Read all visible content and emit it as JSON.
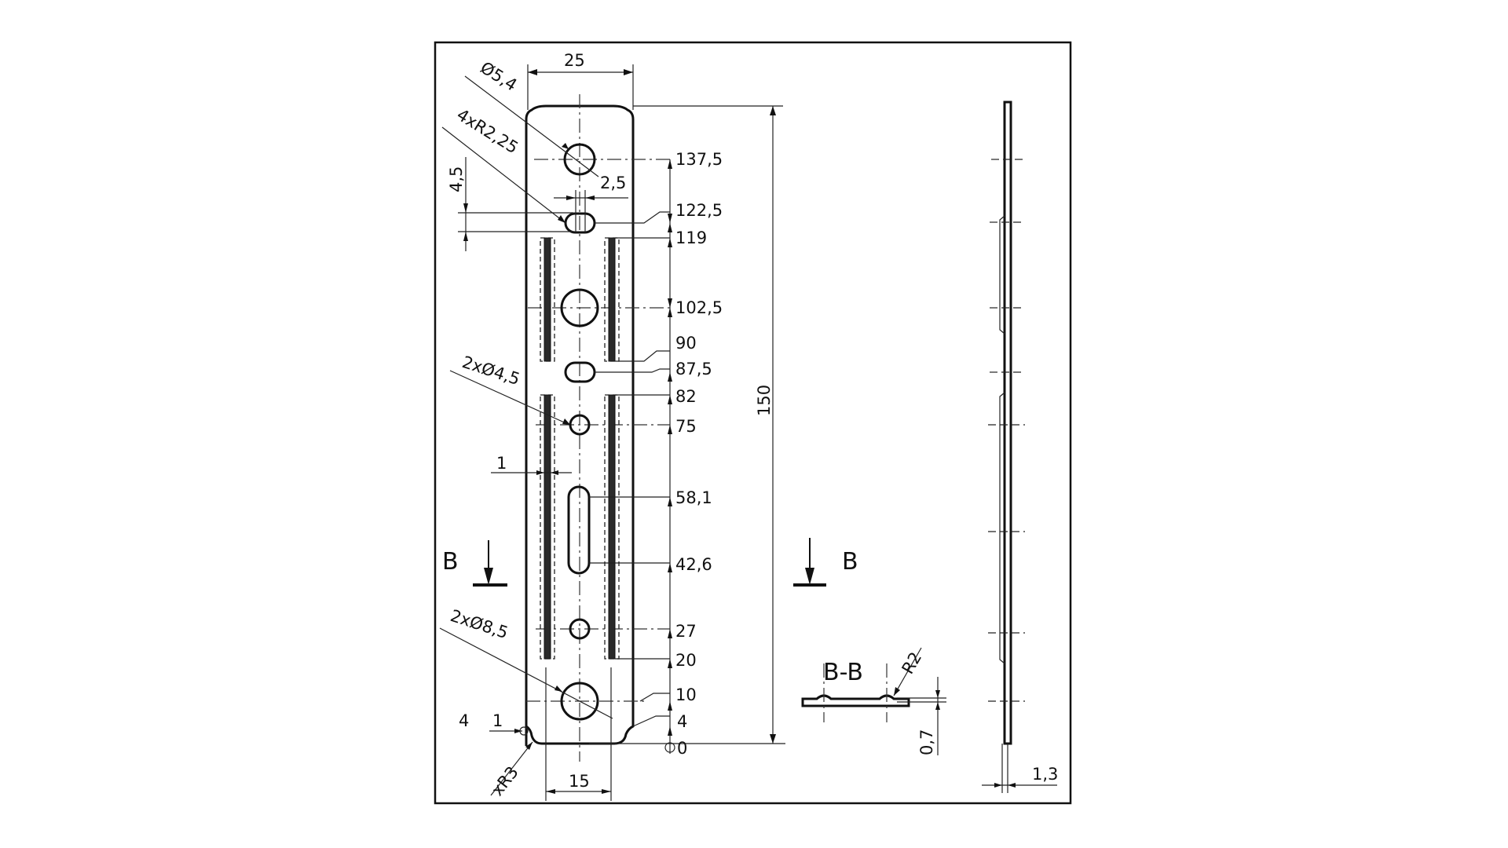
{
  "drawing": {
    "width_dim": "25",
    "bottom_width_dim": "15",
    "total_height_dim": "150",
    "hole_top_label": "Ø5,4",
    "slot_radius_label": "4xR2,25",
    "slot_height_dim": "4,5",
    "slot_offset_dim": "2,5",
    "small_holes_label": "2xØ4,5",
    "large_holes_label": "2xØ8,5",
    "rib_width_dim": "1",
    "corner_radius_label": "xR3",
    "corner_left_dim_a": "4",
    "corner_left_dim_b": "1",
    "ordinates": [
      "137,5",
      "122,5",
      "119",
      "102,5",
      "90",
      "87,5",
      "82",
      "75",
      "58,1",
      "42,6",
      "27",
      "20",
      "10",
      "4",
      "0"
    ],
    "section_marker_left": "B",
    "section_marker_right": "B",
    "section_title": "B-B",
    "section_radius": "R2",
    "section_depth_dim": "0,7",
    "side_thickness_dim": "1,3"
  }
}
